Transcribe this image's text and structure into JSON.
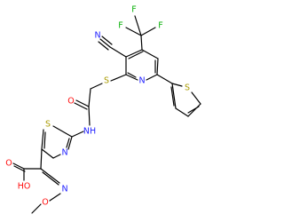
{
  "colors": {
    "bond": "#000000",
    "nitrogen": "#2121ff",
    "sulfur": "#a99a00",
    "oxygen": "#ff0d0d",
    "fluorine": "#0bb20b",
    "carbon": "#000000"
  },
  "labels": {
    "nitrile_n": "N",
    "f1": "F",
    "f2": "F",
    "f3": "F",
    "pyridine_n": "N",
    "thiophene_s": "S",
    "thioether_s": "S",
    "amide_o": "O",
    "amide_nh": "NH",
    "thiazole_s": "S",
    "thiazole_n": "N",
    "acid_o": "O",
    "acid_oh": "HO",
    "oxime_n": "N",
    "oxime_o": "O"
  }
}
